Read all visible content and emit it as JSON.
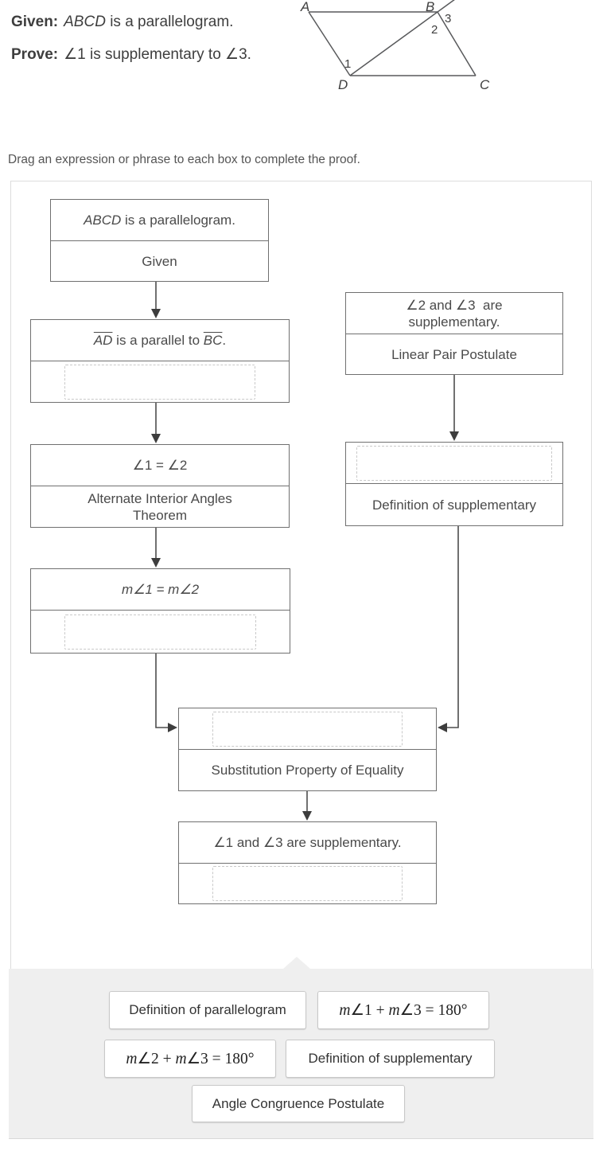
{
  "header": {
    "given_label": "Given:",
    "given": [
      {
        "t": "ABCD",
        "s": "i"
      },
      {
        "t": " is a parallelogram.",
        "s": ""
      }
    ],
    "prove_label": "Prove:",
    "prove": [
      {
        "t": "∠1 is supplementary to ∠3.",
        "s": ""
      }
    ]
  },
  "diagram": {
    "label_a": "A",
    "label_b": "B",
    "label_c": "C",
    "label_d": "D",
    "angle_1": "1",
    "angle_2": "2",
    "angle_3": "3"
  },
  "instruction": "Drag an expression or phrase to each box to complete the proof.",
  "proof": {
    "box_given": {
      "statement": [
        {
          "t": "ABCD",
          "s": "i"
        },
        {
          "t": " is a parallelogram.",
          "s": ""
        }
      ],
      "reason": [
        {
          "t": "Given",
          "s": ""
        }
      ]
    },
    "box_parallel": {
      "statement": [
        {
          "t": "AD",
          "s": "ol"
        },
        {
          "t": " is a parallel to ",
          "s": ""
        },
        {
          "t": "BC",
          "s": "ol"
        },
        {
          "t": ".",
          "s": ""
        }
      ]
    },
    "box_angle_equality": {
      "statement": [
        {
          "t": "∠1 = ∠2",
          "s": ""
        }
      ],
      "reason": [
        {
          "t": "Alternate Interior Angles",
          "s": ""
        },
        {
          "t": "Theorem",
          "s": "blk"
        }
      ]
    },
    "box_angle_measures": {
      "statement": [
        {
          "t": "m∠1 = m∠2",
          "s": "i"
        }
      ]
    },
    "box_linear_pair": {
      "statement": [
        {
          "t": "∠2 and ∠3  are",
          "s": ""
        },
        {
          "t": "supplementary.",
          "s": "blk"
        }
      ],
      "reason": [
        {
          "t": "Linear Pair Postulate",
          "s": ""
        }
      ]
    },
    "box_def_supplementary": {
      "reason": [
        {
          "t": "Definition of supplementary",
          "s": ""
        }
      ]
    },
    "box_substitution": {
      "reason": [
        {
          "t": "Substitution Property of Equality",
          "s": ""
        }
      ]
    },
    "box_conclusion": {
      "statement": [
        {
          "t": "∠1 and ∠3 are supplementary.",
          "s": ""
        }
      ]
    }
  },
  "tray": {
    "chips": [
      {
        "id": "definition-of-parallelogram",
        "math": false,
        "parts": [
          {
            "t": "Definition of parallelogram",
            "s": ""
          }
        ]
      },
      {
        "id": "m1-plus-m3-180",
        "math": true,
        "parts": [
          {
            "t": "m",
            "s": "i"
          },
          {
            "t": "∠1 + ",
            "s": ""
          },
          {
            "t": "m",
            "s": "i"
          },
          {
            "t": "∠3 = 180°",
            "s": ""
          }
        ]
      },
      {
        "id": "m2-plus-m3-180",
        "math": true,
        "parts": [
          {
            "t": "m",
            "s": "i"
          },
          {
            "t": "∠2 + ",
            "s": ""
          },
          {
            "t": "m",
            "s": "i"
          },
          {
            "t": "∠3 = 180°",
            "s": ""
          }
        ]
      },
      {
        "id": "definition-of-supplementary",
        "math": false,
        "parts": [
          {
            "t": "Definition of supplementary",
            "s": ""
          }
        ]
      },
      {
        "id": "angle-congruence-postulate",
        "math": false,
        "parts": [
          {
            "t": "Angle Congruence Postulate",
            "s": ""
          }
        ]
      }
    ]
  },
  "colors": {
    "box_border": "#707070",
    "panel_border": "#dddddd",
    "tray_background": "#efefef",
    "dropzone_dash": "#c9c9c9",
    "arrow": "#4d4d4d",
    "text": "#4a4a4a"
  }
}
